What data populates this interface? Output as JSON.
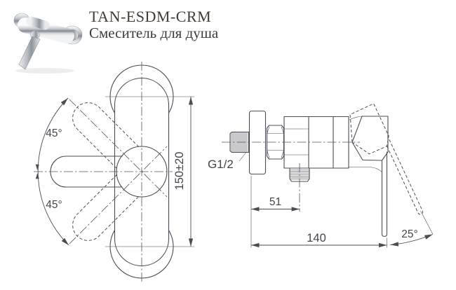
{
  "header": {
    "model": "TAN-ESDM-CRM",
    "subtitle": "Смеситель для душа"
  },
  "front_view": {
    "upper_angle_label": "45°",
    "lower_angle_label": "45°",
    "mount_distance_label": "150±20"
  },
  "side_view": {
    "thread_label": "G1/2",
    "outlet_offset_label": "51",
    "depth_label": "140",
    "lever_angle_label": "25°"
  },
  "colors": {
    "ink": "#4d4c55",
    "title_text": "#403b37",
    "dimension_text": "#45444b"
  }
}
